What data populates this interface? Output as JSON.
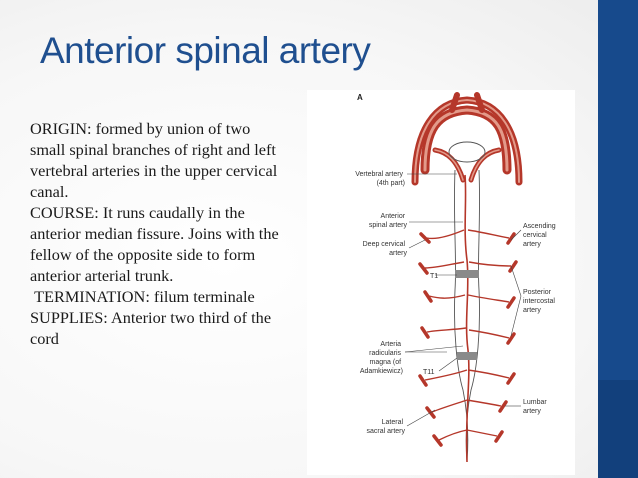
{
  "slide": {
    "title": "Anterior spinal artery",
    "paragraphs": [
      "ORIGIN: formed by union of two small spinal branches of right and left vertebral arteries in the upper cervical canal.",
      "COURSE: It runs caudally in the anterior median fissure. Joins with the fellow of the opposite side to form anterior arterial trunk.",
      " TERMINATION: filum terminale",
      "SUPPLIES: Anterior two third of the cord"
    ]
  },
  "diagram": {
    "panel_letter": "A",
    "labels": {
      "vertebral_artery": [
        "Vertebral artery",
        "(4th part)"
      ],
      "anterior_spinal_artery": [
        "Anterior",
        "spinal artery"
      ],
      "deep_cervical_artery": [
        "Deep cervical",
        "artery"
      ],
      "t1": "T1",
      "arteria_radicularis": [
        "Arteria",
        "radicularis",
        "magna (of",
        "Adamkiewicz)"
      ],
      "t11": "T11",
      "lateral_sacral_artery": [
        "Lateral",
        "sacral artery"
      ],
      "ascending_cervical_artery": [
        "Ascending",
        "cervical",
        "artery"
      ],
      "posterior_intercostal_artery": [
        "Posterior",
        "intercostal",
        "artery"
      ],
      "lumbar_artery": [
        "Lumbar",
        "artery"
      ]
    }
  },
  "colors": {
    "title": "#1f4f8f",
    "side_bar": "#174a8c",
    "artery": "#b5372a",
    "artery_light": "#d9806f"
  }
}
